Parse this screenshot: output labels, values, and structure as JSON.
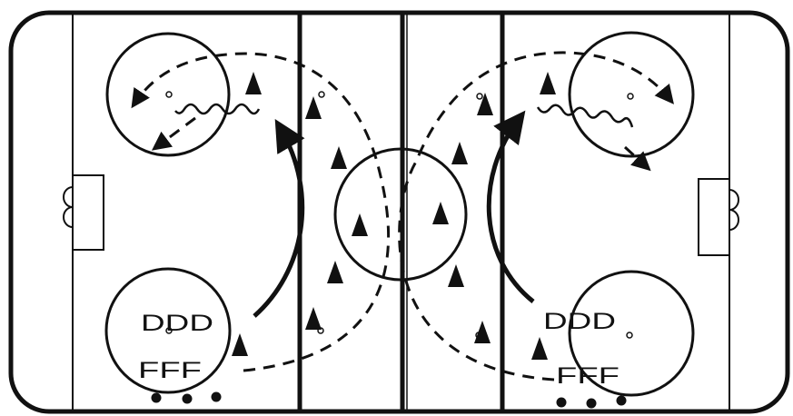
{
  "diagram": {
    "kind": "hockey-rink-drill",
    "labels": {
      "left_defense": "DDD",
      "left_forwards": "FFF",
      "right_defense": "DDD",
      "right_forwards": "FFF"
    },
    "counts": {
      "triangle_markers": 20,
      "pucks_per_side": 3
    },
    "colors": {
      "ink": "#111111",
      "ice": "#ffffff"
    },
    "icons": {
      "player": "triangle-icon",
      "puck": "puck-dot-icon",
      "skate_path": "dashed-arrow-icon",
      "pass_path": "solid-arrow-icon",
      "stickhandle": "wavy-line-icon"
    }
  }
}
